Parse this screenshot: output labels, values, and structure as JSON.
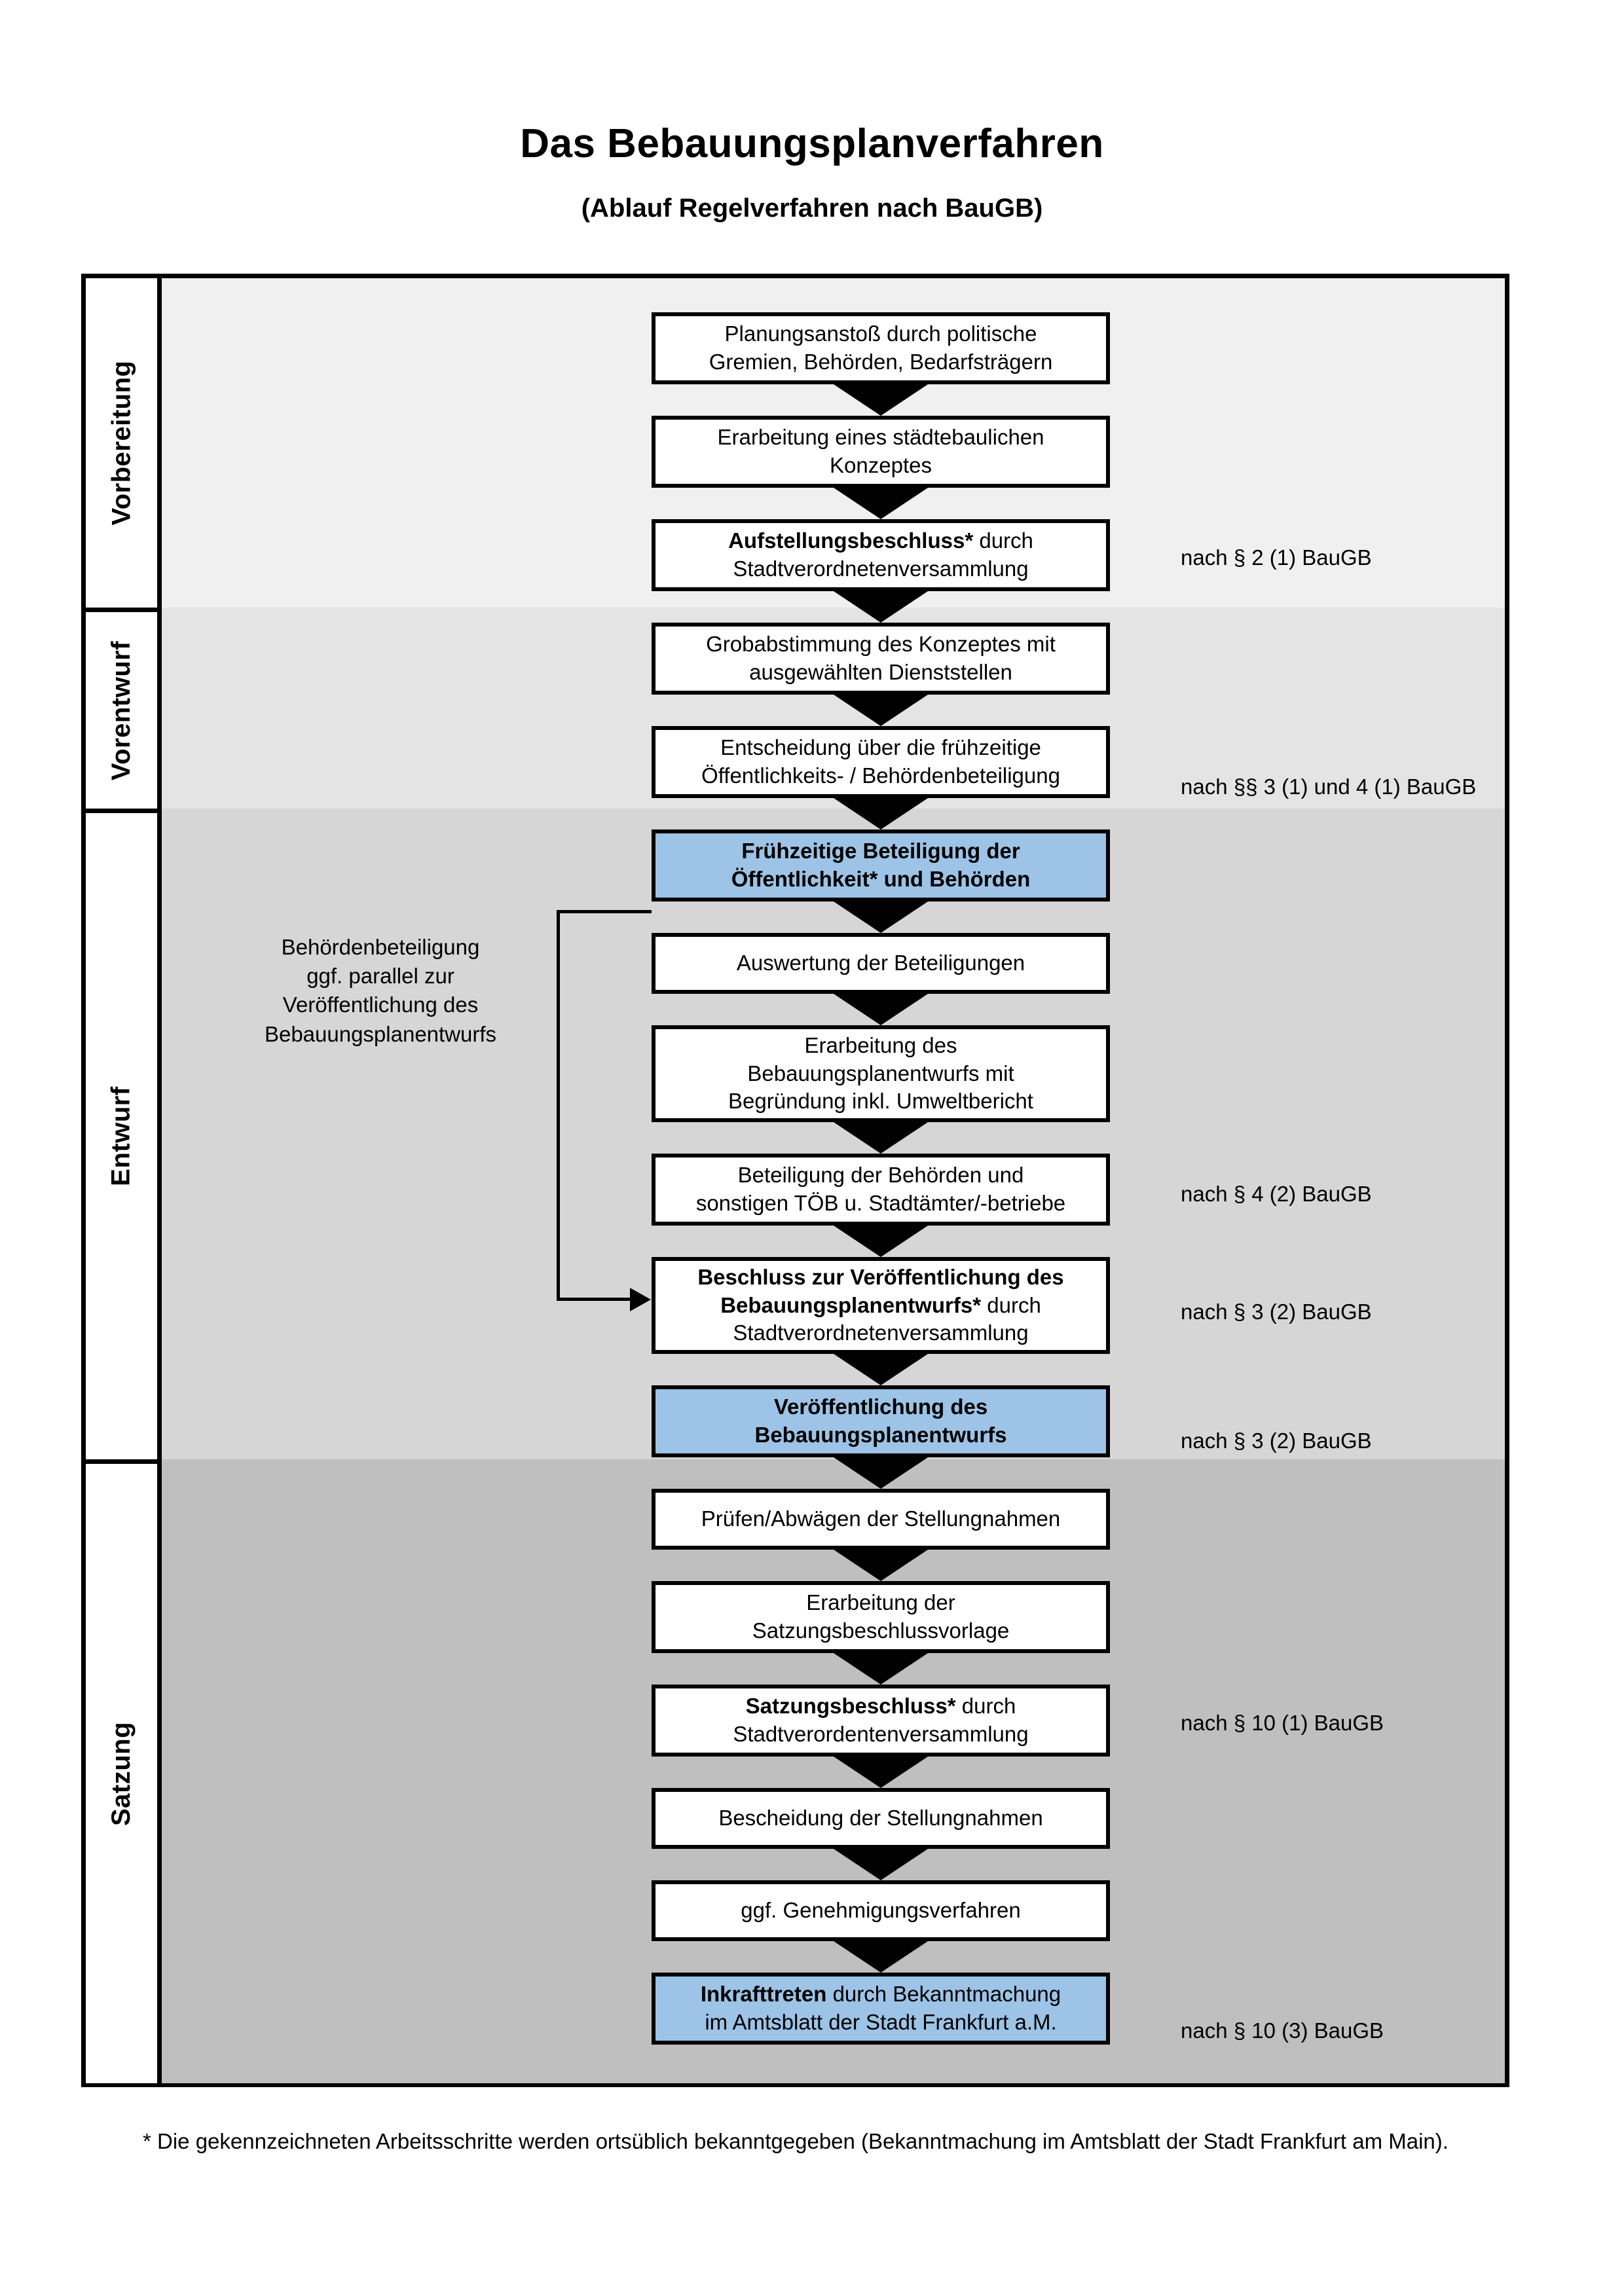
{
  "header": {
    "title": "Das Bebauungsplanverfahren",
    "subtitle": "(Ablauf Regelverfahren nach BauGB)"
  },
  "colors": {
    "highlight_blue": "#9DC3E6",
    "band_vorbereitung": "#F0F0F0",
    "band_vorentwurf": "#E4E4E4",
    "band_entwurf": "#D6D6D6",
    "band_satzung": "#BFBFBF",
    "border": "#000000"
  },
  "phases": [
    {
      "id": "vorbereitung",
      "label": "Vorbereitung"
    },
    {
      "id": "vorentwurf",
      "label": "Vorentwurf"
    },
    {
      "id": "entwurf",
      "label": "Entwurf"
    },
    {
      "id": "satzung",
      "label": "Satzung"
    }
  ],
  "steps": [
    {
      "id": "planungsanstoss",
      "phase": "vorbereitung",
      "highlighted": false,
      "lines": [
        "Planungsanstoß durch politische",
        "Gremien, Behörden, Bedarfsträgern"
      ],
      "bold_prefix": ""
    },
    {
      "id": "staedtebau-konzept",
      "phase": "vorbereitung",
      "highlighted": false,
      "lines": [
        "Erarbeitung eines städtebaulichen",
        "Konzeptes"
      ],
      "bold_prefix": ""
    },
    {
      "id": "aufstellungsbeschluss",
      "phase": "vorbereitung",
      "highlighted": false,
      "bold_prefix": "Aufstellungsbeschluss*",
      "rest_first_line": " durch",
      "lines": [
        "Stadtverordnetenversammlung"
      ]
    },
    {
      "id": "grobabstimmung",
      "phase": "vorentwurf",
      "highlighted": false,
      "lines": [
        "Grobabstimmung des Konzeptes mit",
        "ausgewählten Dienststellen"
      ],
      "bold_prefix": ""
    },
    {
      "id": "entscheidung-fruehzeitige",
      "phase": "vorentwurf",
      "highlighted": false,
      "lines": [
        "Entscheidung über die frühzeitige",
        "Öffentlichkeits- / Behördenbeteiligung"
      ],
      "bold_prefix": ""
    },
    {
      "id": "fruehzeitige-beteiligung",
      "phase": "vorentwurf",
      "highlighted": true,
      "lines": [
        "Frühzeitige Beteiligung der",
        "Öffentlichkeit* und Behörden"
      ],
      "bold_prefix": "ALL"
    },
    {
      "id": "auswertung-beteiligungen",
      "phase": "entwurf",
      "highlighted": false,
      "lines": [
        "Auswertung der Beteiligungen"
      ],
      "bold_prefix": ""
    },
    {
      "id": "erarbeitung-bplan-entwurf",
      "phase": "entwurf",
      "highlighted": false,
      "lines": [
        "Erarbeitung des",
        "Bebauungsplanentwurfs mit",
        "Begründung inkl. Umweltbericht"
      ],
      "bold_prefix": ""
    },
    {
      "id": "beteiligung-behoerden-toeb",
      "phase": "entwurf",
      "highlighted": false,
      "lines": [
        "Beteiligung der Behörden und",
        "sonstigen TÖB u. Stadtämter/-betriebe"
      ],
      "bold_prefix": ""
    },
    {
      "id": "beschluss-veroeffentlichung",
      "phase": "entwurf",
      "highlighted": false,
      "bold_prefix": "Beschluss zur Veröffentlichung des Bebauungsplanentwurfs*",
      "rest_first_line": " durch",
      "lines": [
        "Stadtverordnetenversammlung"
      ]
    },
    {
      "id": "veroeffentlichung-bplan-entwurf",
      "phase": "entwurf",
      "highlighted": true,
      "lines": [
        "Veröffentlichung des",
        "Bebauungsplanentwurfs"
      ],
      "bold_prefix": "ALL"
    },
    {
      "id": "pruefen-abwaegen",
      "phase": "satzung",
      "highlighted": false,
      "lines": [
        "Prüfen/Abwägen der Stellungnahmen"
      ],
      "bold_prefix": ""
    },
    {
      "id": "erarbeitung-satzungsvorlage",
      "phase": "satzung",
      "highlighted": false,
      "lines": [
        "Erarbeitung der",
        "Satzungsbeschlussvorlage"
      ],
      "bold_prefix": ""
    },
    {
      "id": "satzungsbeschluss",
      "phase": "satzung",
      "highlighted": false,
      "bold_prefix": "Satzungsbeschluss*",
      "rest_first_line": " durch",
      "lines": [
        "Stadtverordentenversammlung"
      ]
    },
    {
      "id": "bescheidung-stellungnahmen",
      "phase": "satzung",
      "highlighted": false,
      "lines": [
        "Bescheidung der Stellungnahmen"
      ],
      "bold_prefix": ""
    },
    {
      "id": "genehmigungsverfahren",
      "phase": "satzung",
      "highlighted": false,
      "lines": [
        "ggf. Genehmigungsverfahren"
      ],
      "bold_prefix": ""
    },
    {
      "id": "inkrafttreten",
      "phase": "satzung",
      "highlighted": true,
      "bold_prefix": "Inkrafttreten",
      "rest_first_line": " durch Bekanntmachung",
      "lines": [
        "im Amtsblatt der Stadt Frankfurt a.M."
      ]
    }
  ],
  "legal_refs": [
    {
      "id": "ref-par2-1",
      "for_step": "aufstellungsbeschluss",
      "text": "nach § 2 (1) BauGB"
    },
    {
      "id": "ref-par3-1-4-1",
      "for_step": "fruehzeitige-beteiligung",
      "text": "nach §§ 3 (1) und 4 (1) BauGB"
    },
    {
      "id": "ref-par4-2",
      "for_step": "beteiligung-behoerden-toeb",
      "text": "nach § 4 (2) BauGB"
    },
    {
      "id": "ref-par3-2-a",
      "for_step": "beschluss-veroeffentlichung",
      "text": "nach § 3 (2) BauGB"
    },
    {
      "id": "ref-par3-2-b",
      "for_step": "veroeffentlichung-bplan-entwurf",
      "text": "nach § 3 (2) BauGB"
    },
    {
      "id": "ref-par10-1",
      "for_step": "satzungsbeschluss",
      "text": "nach § 10 (1) BauGB"
    },
    {
      "id": "ref-par10-3",
      "for_step": "inkrafttreten",
      "text": "nach § 10 (3) BauGB"
    }
  ],
  "sidenote": {
    "id": "behoerdenbeteiligung-parallel",
    "lines": [
      "Behördenbeteiligung",
      "ggf. parallel zur",
      "Veröffentlichung des",
      "Bebauungsplanentwurfs"
    ]
  },
  "footnote": {
    "text": "* Die gekennzeichneten Arbeitsschritte werden ortsüblich bekanntgegeben (Bekanntmachung im Amtsblatt  der Stadt Frankfurt am Main)."
  }
}
